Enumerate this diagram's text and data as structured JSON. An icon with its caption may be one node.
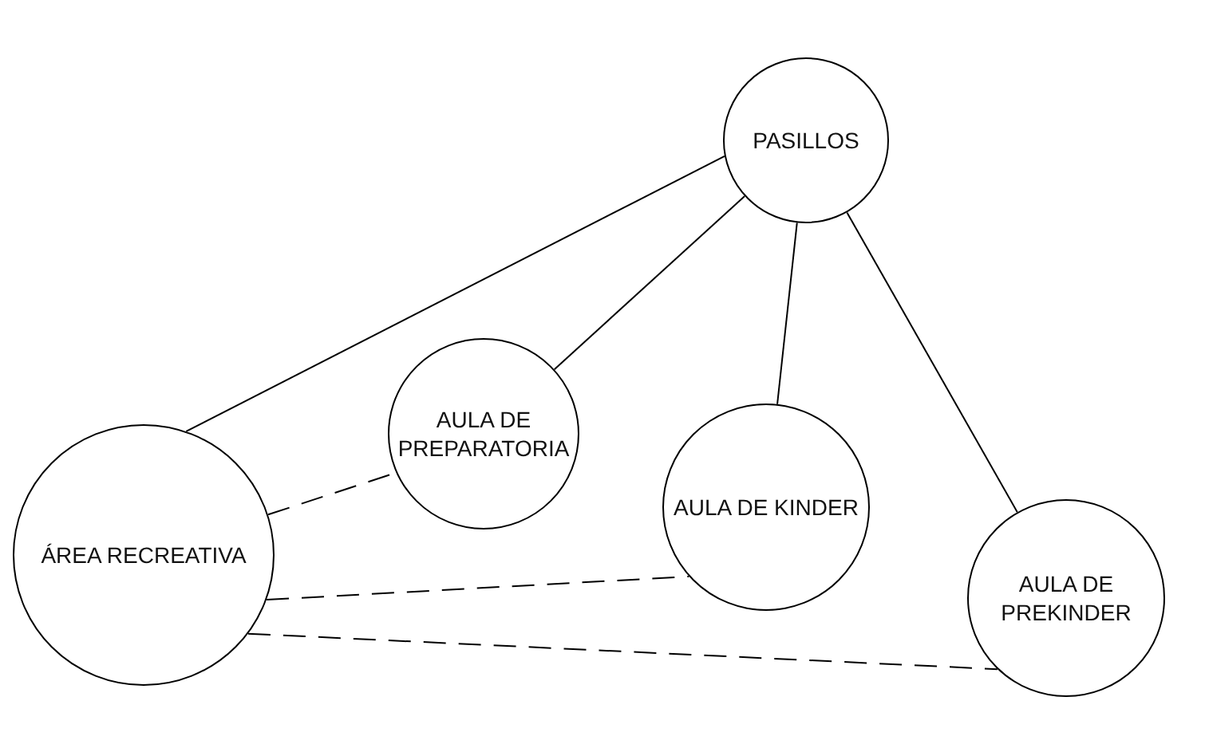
{
  "diagram": {
    "nodes": [
      {
        "text": [
          "PASILLOS"
        ]
      },
      {
        "text": [
          "AULA DE PREPARATORIA"
        ]
      },
      {
        "text": [
          "ÁREA RECREATIVA"
        ]
      },
      {
        "text": [
          "AULA DE KINDER"
        ]
      },
      {
        "text": [
          "AULA DE PREKINDER"
        ]
      }
    ],
    "edges": [
      {
        "from": 0,
        "to": 2,
        "arrow": "none"
      },
      {
        "from": 0,
        "to": 1,
        "arrow": "none"
      },
      {
        "from": 0,
        "to": 3,
        "arrow": "none"
      },
      {
        "from": 0,
        "to": 4,
        "arrow": "none"
      },
      {
        "from": 2,
        "to": 1,
        "arrow": "none",
        "style": "dashed"
      },
      {
        "from": 2,
        "to": 3,
        "arrow": "none",
        "style": "dashed"
      },
      {
        "from": 2,
        "to": 4,
        "arrow": "none",
        "style": "dashed"
      }
    ]
  }
}
